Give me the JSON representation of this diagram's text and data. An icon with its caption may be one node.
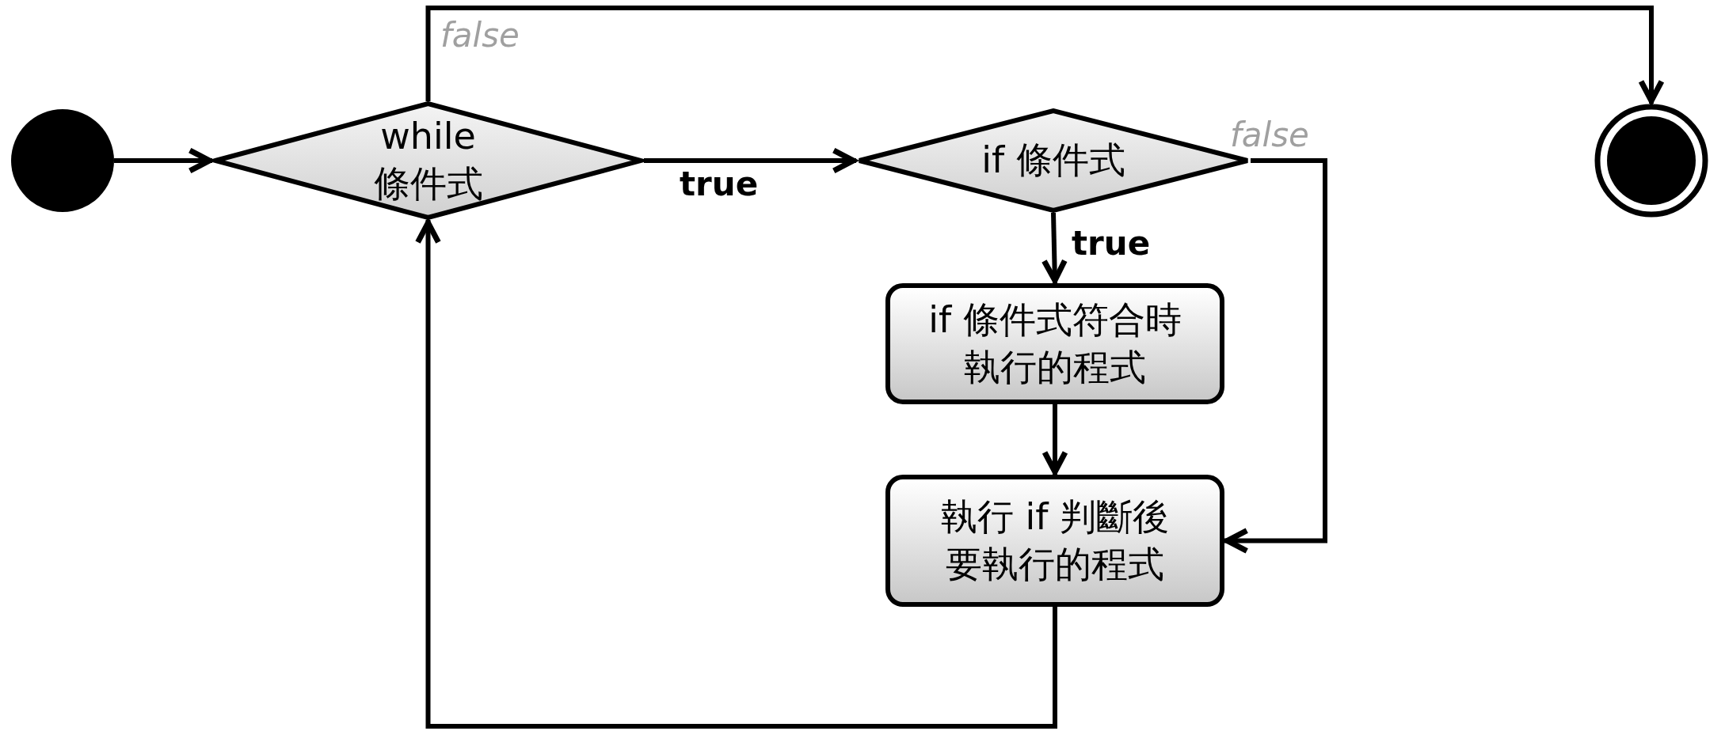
{
  "diagram": {
    "nodes": [
      {
        "text": [],
        "shape": "circle"
      },
      {
        "text": [
          "while 條件式"
        ]
      },
      {
        "text": [
          "if 條件式"
        ]
      },
      {
        "text": [
          "if 條件式符合時執行的程式"
        ]
      },
      {
        "text": [
          "執行 if 判斷後要執行的程式"
        ]
      },
      {
        "text": [],
        "shape": "circle"
      }
    ],
    "edges": [
      {
        "from": 0,
        "to": 1,
        "arrow": "to"
      },
      {
        "from": 1,
        "to": 2,
        "arrow": "to",
        "label": "true"
      },
      {
        "from": 2,
        "to": 3,
        "arrow": "to",
        "label": "true"
      },
      {
        "from": 3,
        "to": 4,
        "arrow": "to"
      },
      {
        "from": 2,
        "to": 4,
        "arrow": "to",
        "label": "false"
      },
      {
        "from": 4,
        "to": 1,
        "arrow": "to"
      },
      {
        "from": 1,
        "to": 5,
        "arrow": "to",
        "label": "false"
      }
    ]
  }
}
